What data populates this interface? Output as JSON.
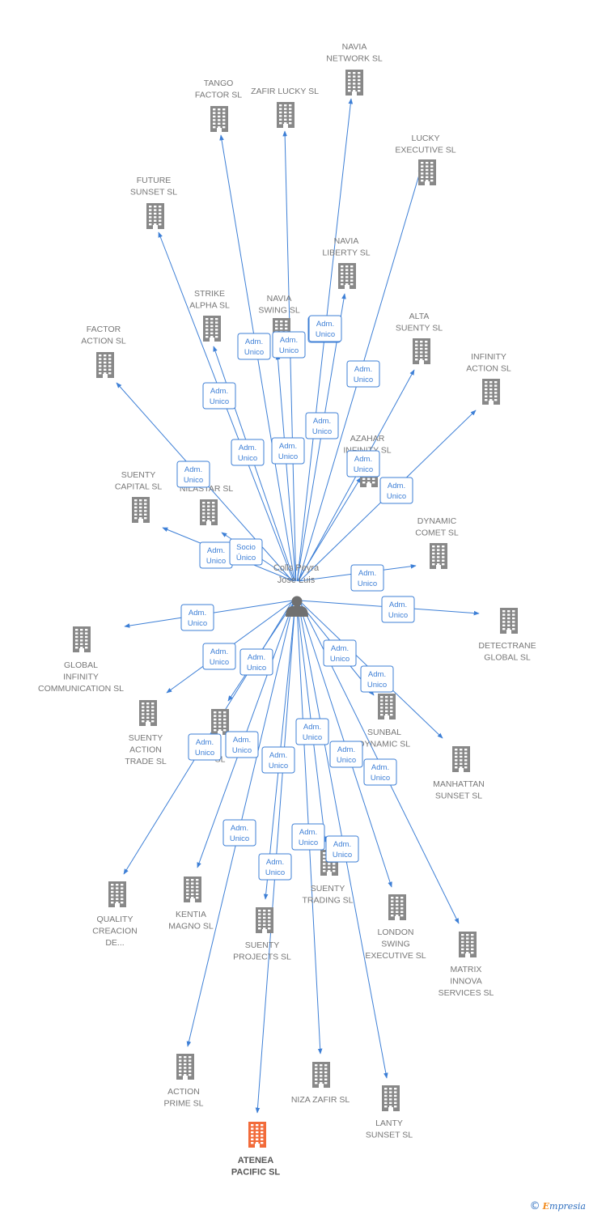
{
  "center": {
    "name_lines": [
      "Colls Peyra",
      "Jose Luis"
    ],
    "icon": "person-icon"
  },
  "edge_labels": {
    "adm_unico": [
      "Adm.",
      "Unico"
    ],
    "socio_unico": [
      "Socio",
      "Único"
    ]
  },
  "colors": {
    "edge": "#3d7fd6",
    "node": "#888888",
    "highlight": "#f26b3a",
    "text": "#777777"
  },
  "footer": {
    "copyright": "©",
    "brand_initial": "E",
    "brand_rest": "mpresia"
  },
  "companies": [
    {
      "id": "navia-network",
      "lines": [
        "NAVIA",
        "NETWORK SL"
      ],
      "role": "adm_unico"
    },
    {
      "id": "tango-factor",
      "lines": [
        "TANGO",
        "FACTOR SL"
      ],
      "role": "adm_unico"
    },
    {
      "id": "zafir-lucky",
      "lines": [
        "ZAFIR LUCKY SL"
      ],
      "role": "adm_unico"
    },
    {
      "id": "lucky-executive",
      "lines": [
        "LUCKY",
        "EXECUTIVE SL"
      ],
      "role": "adm_unico"
    },
    {
      "id": "future-sunset",
      "lines": [
        "FUTURE",
        "SUNSET SL"
      ],
      "role": "adm_unico"
    },
    {
      "id": "navia-liberty",
      "lines": [
        "NAVIA",
        "LIBERTY SL"
      ],
      "role": "adm_unico"
    },
    {
      "id": "strike-alpha",
      "lines": [
        "STRIKE",
        "ALPHA SL"
      ],
      "role": "adm_unico"
    },
    {
      "id": "navia-swing",
      "lines": [
        "NAVIA",
        "SWING SL"
      ],
      "role": "adm_unico"
    },
    {
      "id": "alta-suenty",
      "lines": [
        "ALTA",
        "SUENTY SL"
      ],
      "role": "adm_unico"
    },
    {
      "id": "factor-action",
      "lines": [
        "FACTOR",
        "ACTION SL"
      ],
      "role": "adm_unico"
    },
    {
      "id": "infinity-action",
      "lines": [
        "INFINITY",
        "ACTION SL"
      ],
      "role": "adm_unico"
    },
    {
      "id": "azahar-infinity",
      "lines": [
        "AZAHAR",
        "INFINITY SL"
      ],
      "role": "adm_unico"
    },
    {
      "id": "suenty-capital",
      "lines": [
        "SUENTY",
        "CAPITAL SL"
      ],
      "role": "adm_unico"
    },
    {
      "id": "nilastar",
      "lines": [
        "NILASTAR SL"
      ],
      "role": "socio_unico"
    },
    {
      "id": "dynamic-comet",
      "lines": [
        "DYNAMIC",
        "COMET SL"
      ],
      "role": "adm_unico"
    },
    {
      "id": "detectrane-global",
      "lines": [
        "DETECTRANE",
        "GLOBAL  SL"
      ],
      "role": "adm_unico"
    },
    {
      "id": "global-infinity",
      "lines": [
        "GLOBAL",
        "INFINITY",
        "COMMUNICATION SL"
      ],
      "role": "adm_unico"
    },
    {
      "id": "suenty-action-trade",
      "lines": [
        "SUENTY",
        "ACTION",
        "TRADE SL"
      ],
      "role": "adm_unico"
    },
    {
      "id": "hidden-node",
      "lines": [
        "I",
        "SL"
      ],
      "role": "adm_unico"
    },
    {
      "id": "sunbal-dynamic",
      "lines": [
        "SUNBAL",
        "DYNAMIC SL"
      ],
      "role": "adm_unico"
    },
    {
      "id": "manhattan-sunset",
      "lines": [
        "MANHATTAN",
        "SUNSET SL"
      ],
      "role": "adm_unico"
    },
    {
      "id": "quality-creacion",
      "lines": [
        "QUALITY",
        "CREACION",
        "DE..."
      ],
      "role": "adm_unico"
    },
    {
      "id": "kentia-magno",
      "lines": [
        "KENTIA",
        "MAGNO SL"
      ],
      "role": "adm_unico"
    },
    {
      "id": "suenty-projects",
      "lines": [
        "SUENTY",
        "PROJECTS SL"
      ],
      "role": "adm_unico"
    },
    {
      "id": "suenty-trading",
      "lines": [
        "SUENTY",
        "TRADING SL"
      ],
      "role": "adm_unico"
    },
    {
      "id": "london-swing",
      "lines": [
        "LONDON",
        "SWING",
        "EXECUTIVE SL"
      ],
      "role": "adm_unico"
    },
    {
      "id": "matrix-innova",
      "lines": [
        "MATRIX",
        "INNOVA",
        "SERVICES SL"
      ],
      "role": "adm_unico"
    },
    {
      "id": "action-prime",
      "lines": [
        "ACTION",
        "PRIME SL"
      ],
      "role": "adm_unico"
    },
    {
      "id": "niza-zafir",
      "lines": [
        "NIZA ZAFIR SL"
      ],
      "role": "adm_unico"
    },
    {
      "id": "lanty-sunset",
      "lines": [
        "LANTY",
        "SUNSET SL"
      ],
      "role": "adm_unico"
    },
    {
      "id": "atenea-pacific",
      "lines": [
        "ATENEA",
        "PACIFIC  SL"
      ],
      "role": "adm_unico",
      "highlight": true
    }
  ]
}
